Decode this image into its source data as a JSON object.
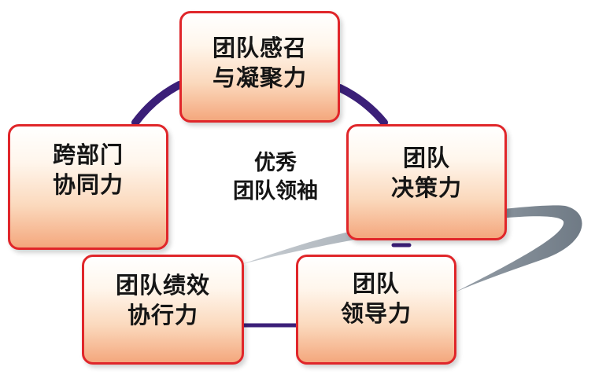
{
  "center": {
    "line1": "优秀",
    "line2": "团队领袖"
  },
  "nodes": {
    "top": {
      "line1": "团队感召",
      "line2": "与凝聚力"
    },
    "left": {
      "line1": "跨部门",
      "line2": "协同力"
    },
    "right": {
      "line1": "团队",
      "line2": "决策力"
    },
    "bottom_left": {
      "line1": "团队绩效",
      "line2": "协行力"
    },
    "bottom_right": {
      "line1": "团队",
      "line2": "领导力"
    }
  },
  "colors": {
    "border": "#e0262a",
    "connector_purple": "#3b1f78",
    "ring_gray": "#9aa3ab"
  }
}
